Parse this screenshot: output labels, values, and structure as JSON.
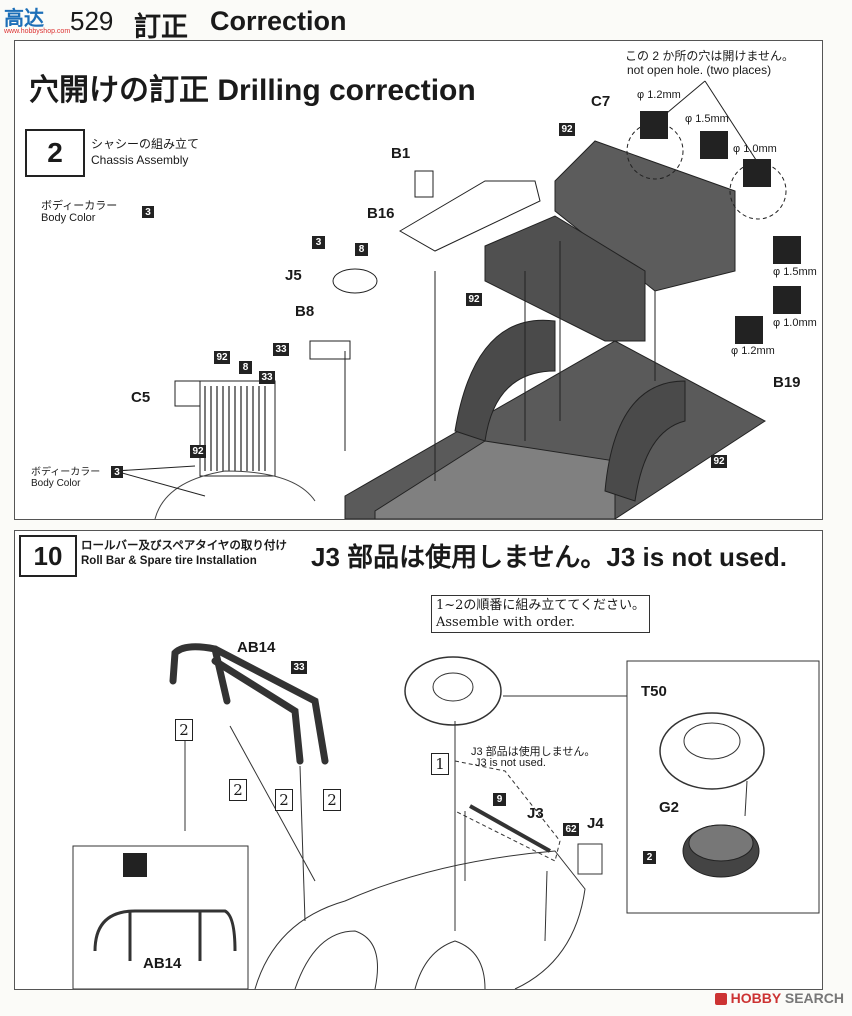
{
  "header": {
    "logo_text": "高达",
    "logo_sub": "www.hobbyshop.com",
    "model_no": "529",
    "title_jp": "訂正",
    "title_en": "Correction"
  },
  "panel1": {
    "heading": "穴開けの訂正 Drilling correction",
    "step_no": "2",
    "step_jp": "シャシーの組み立て",
    "step_en": "Chassis Assembly",
    "color_jp": "ボディーカラー",
    "color_en": "Body Color",
    "color_num": "3",
    "color2_jp": "ボディーカラー",
    "color2_en": "Body Color",
    "color2_num": "3",
    "note_jp": "この 2 か所の穴は開けません。",
    "note_en": "not open hole. (two places)",
    "parts": {
      "b1": "B1",
      "b16": "B16",
      "j5": "J5",
      "b8": "B8",
      "c5": "C5",
      "c7": "C7",
      "b19": "B19"
    },
    "tags": {
      "t3a": "3",
      "t8a": "8",
      "t33a": "33",
      "t92a": "92",
      "t8b": "8",
      "t33b": "33",
      "t92b": "92",
      "t92c": "92",
      "t92d": "92",
      "t92e": "92"
    },
    "drills": {
      "d12a": "φ 1.2mm",
      "d15a": "φ 1.5mm",
      "d10a": "φ 1.0mm",
      "d15b": "φ 1.5mm",
      "d10b": "φ 1.0mm",
      "d12b": "φ 1.2mm"
    }
  },
  "panel2": {
    "step_no": "10",
    "step_jp": "ロールバー及びスペアタイヤの取り付け",
    "step_en": "Roll Bar & Spare tire Installation",
    "headline": "J3 部品は使用しません。J3 is not used.",
    "order_jp": "1~2の順番に組み立ててください。",
    "order_en": "Assemble with order.",
    "j3_note_jp": "J3 部品は使用しません。",
    "j3_note_en": "J3 is not used.",
    "parts": {
      "ab14": "AB14",
      "ab14b": "AB14",
      "t50": "T50",
      "g2": "G2",
      "j3": "J3",
      "j4": "J4"
    },
    "tags": {
      "t33": "33",
      "t9": "9",
      "t62": "62",
      "t2": "2"
    },
    "order_nums": {
      "n1": "1",
      "n2a": "2",
      "n2b": "2",
      "n2c": "2",
      "n2d": "2"
    }
  },
  "footer": {
    "watermark_brand": "HOBBY",
    "watermark_text": "SEARCH"
  }
}
